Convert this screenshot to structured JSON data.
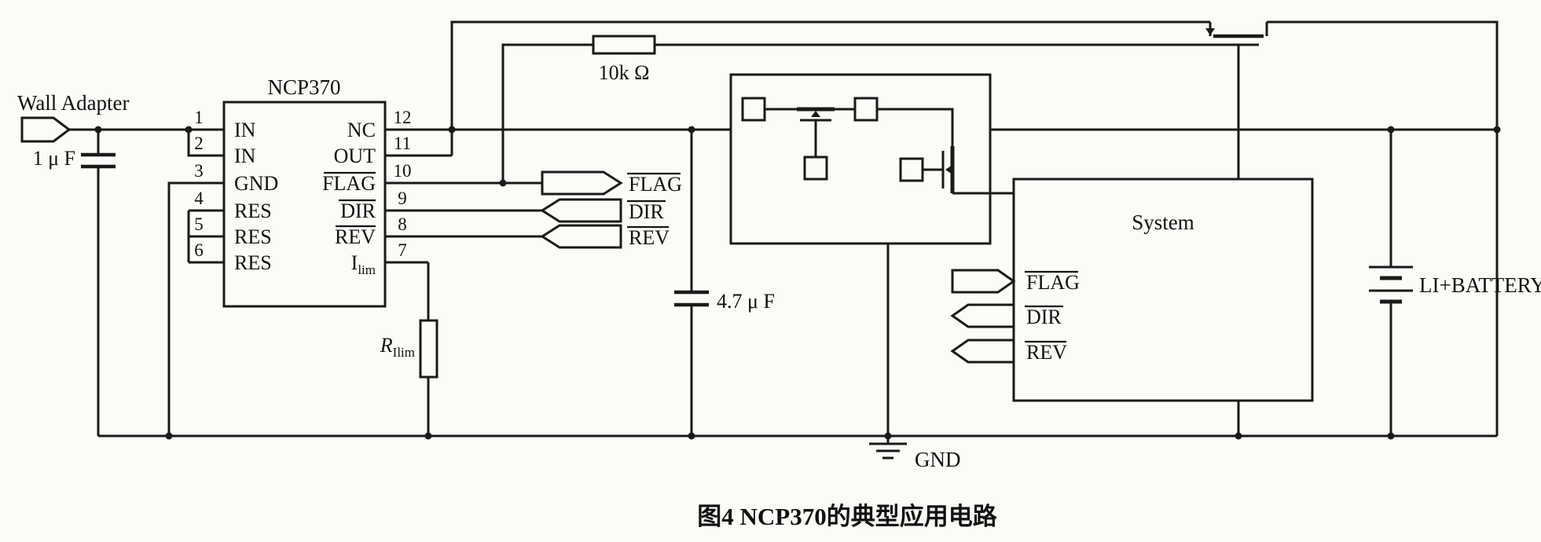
{
  "colors": {
    "ink": "#1a1a1a",
    "paper": "#fcfbf7"
  },
  "labels": {
    "wall_adapter": "Wall Adapter",
    "cap_input": "1 μ F",
    "cap_output": "4.7 μ F",
    "res_pullup": "10k Ω",
    "res_ilim_base": "R",
    "res_ilim_sub": "Ilim",
    "battery": "LI+BATTERY",
    "gnd": "GND",
    "system": "System",
    "ic_title": "NCP370",
    "caption": "图4  NCP370的典型应用电路"
  },
  "ic": {
    "left_pins": [
      {
        "num": "1",
        "label": "IN"
      },
      {
        "num": "2",
        "label": "IN"
      },
      {
        "num": "3",
        "label": "GND"
      },
      {
        "num": "4",
        "label": "RES"
      },
      {
        "num": "5",
        "label": "RES"
      },
      {
        "num": "6",
        "label": "RES"
      }
    ],
    "right_pins": [
      {
        "num": "12",
        "label": "NC"
      },
      {
        "num": "11",
        "label": "OUT"
      },
      {
        "num": "10",
        "label": "FLAG"
      },
      {
        "num": "9",
        "label": "DIR"
      },
      {
        "num": "8",
        "label": "REV"
      },
      {
        "num": "7",
        "label": "I",
        "sub": "lim"
      }
    ]
  },
  "flags": {
    "ic": {
      "flag": "FLAG",
      "dir": "DIR",
      "rev": "REV"
    },
    "system": {
      "flag": "FLAG",
      "dir": "DIR",
      "rev": "REV"
    }
  }
}
